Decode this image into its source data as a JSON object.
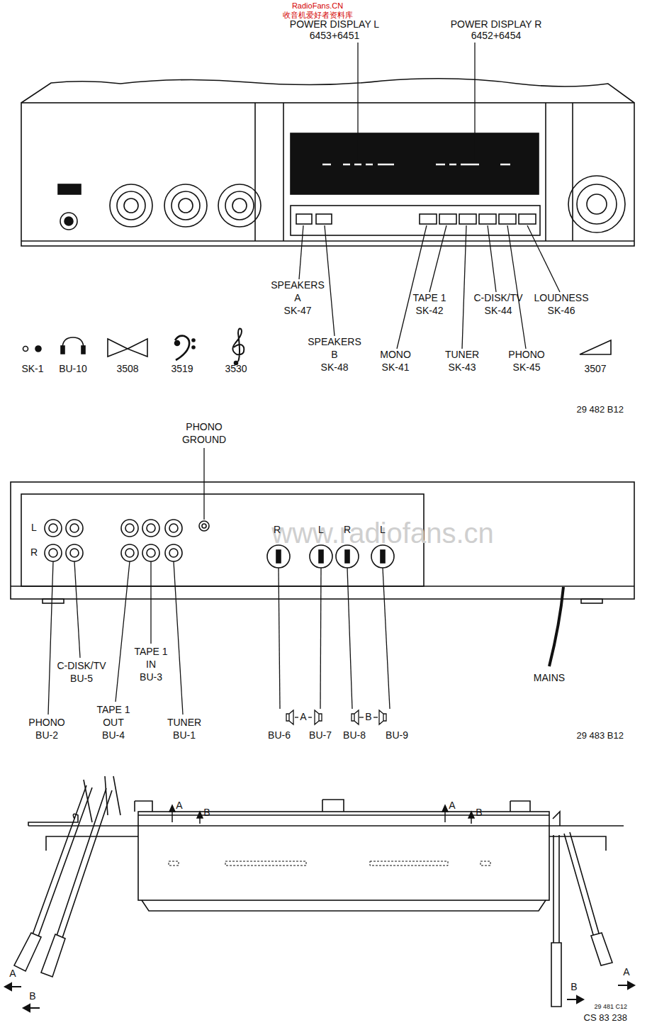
{
  "diagram": {
    "labels": [
      "RadioFans.CN",
      "收音机爱好者资料库",
      "POWER DISPLAY L",
      "6453+6451",
      "POWER DISPLAY R",
      "6452+6454",
      "SPEAKERS",
      "A",
      "SK-47",
      "SPEAKERS",
      "B",
      "SK-48",
      "TAPE 1",
      "SK-42",
      "C-DISK/TV",
      "SK-44",
      "LOUDNESS",
      "SK-46",
      "MONO",
      "SK-41",
      "TUNER",
      "SK-43",
      "PHONO",
      "SK-45",
      "SK-1",
      "BU-10",
      "3508",
      "3519",
      "3530",
      "3507",
      "29 482 B12",
      "PHONO",
      "GROUND",
      "L",
      "R",
      "www.radiofans.cn",
      "R",
      "L",
      "R",
      "L",
      "C-DISK/TV",
      "BU-5",
      "TAPE 1",
      "IN",
      "BU-3",
      "PHONO",
      "BU-2",
      "TAPE 1",
      "OUT",
      "BU-4",
      "TUNER",
      "BU-1",
      "A",
      "B",
      "BU-6",
      "BU-7",
      "BU-8",
      "BU-9",
      "MAINS",
      "29 483 B12",
      "A",
      "B",
      "A",
      "B",
      "A",
      "B",
      "B",
      "A",
      "29 481 C12",
      "CS 83 238"
    ]
  }
}
